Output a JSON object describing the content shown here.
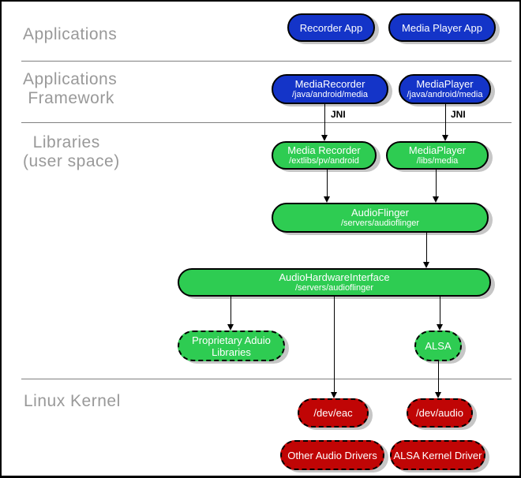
{
  "sections": {
    "applications": "Applications",
    "framework": "Applications\n Framework",
    "libraries": "  Libraries\n(user space)",
    "linux_kernel": "Linux Kernel"
  },
  "nodes": {
    "recorder_app": {
      "label": "Recorder App"
    },
    "media_player_app": {
      "label": "Media Player App"
    },
    "media_recorder_fw": {
      "label": "MediaRecorder",
      "path": "/java/android/media"
    },
    "media_player_fw": {
      "label": "MediaPlayer",
      "path": "/java/android/media"
    },
    "media_recorder_lib": {
      "label": "Media Recorder",
      "path": "/extlibs/pv/android"
    },
    "media_player_lib": {
      "label": "MediaPlayer",
      "path": "/libs/media"
    },
    "audioflinger": {
      "label": "AudioFlinger",
      "path": "/servers/audioflinger"
    },
    "audio_hardware_interface": {
      "label": "AudioHardwareInterface",
      "path": "/servers/audioflinger"
    },
    "proprietary_audio_libraries": {
      "label": "Proprietary Aduio",
      "label2": "Libraries"
    },
    "alsa": {
      "label": "ALSA"
    },
    "dev_eac": {
      "label": "/dev/eac"
    },
    "dev_audio": {
      "label": "/dev/audio"
    },
    "other_audio_drivers": {
      "label": "Other Audio Drivers"
    },
    "alsa_kernel_driver": {
      "label": "ALSA Kernel Driver"
    }
  },
  "edges": {
    "jni_left": "JNI",
    "jni_right": "JNI"
  },
  "colors": {
    "app_blue": "#1434c8",
    "lib_green": "#2ecc52",
    "kernel_red": "#c00505",
    "shadow_gray": "#c6c6c6",
    "section_label_gray": "#999999"
  }
}
